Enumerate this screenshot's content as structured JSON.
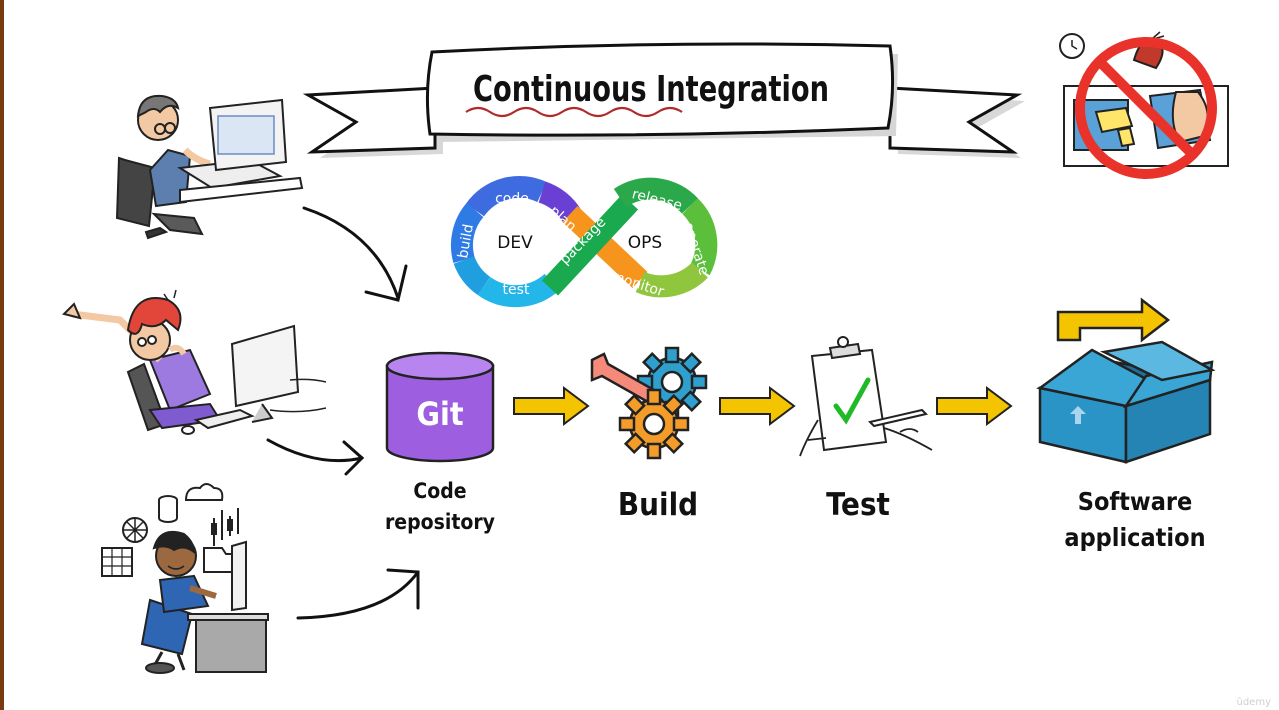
{
  "title": "Continuous Integration",
  "devops_loop": {
    "dev": "DEV",
    "ops": "OPS",
    "segments": [
      "code",
      "build",
      "test",
      "plan",
      "package",
      "release",
      "operate",
      "monitor"
    ]
  },
  "repo_icon": "Git",
  "stages": {
    "repo": [
      "Code",
      "repository"
    ],
    "build": "Build",
    "test": "Test",
    "app": [
      "Software",
      "application"
    ]
  },
  "watermark": "ûdemy",
  "icons": [
    "developer-laptop",
    "stressed-developer",
    "data-developer",
    "no-sign",
    "git-cylinder",
    "gears-wrench",
    "clipboard-check",
    "open-box",
    "arrow-right"
  ],
  "colors": {
    "arrow": "#f5c400",
    "git": "#9d5fe0",
    "gear_blue": "#2f9fce",
    "gear_orange": "#f39c2a",
    "box": "#2b94c6",
    "check": "#1fbb27",
    "no_sign": "#e8322a"
  }
}
